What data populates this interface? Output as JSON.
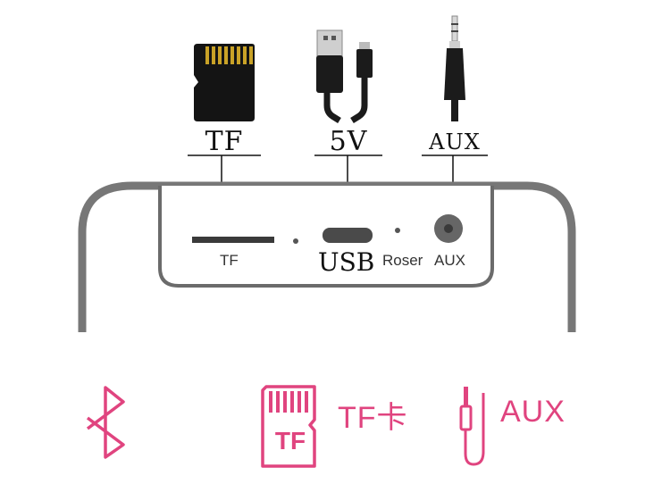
{
  "top_labels": {
    "tf": "TF",
    "power": "5V",
    "aux": "AUX"
  },
  "panel_labels": {
    "tf": "TF",
    "usb": "USB",
    "reset": "Roser",
    "aux": "AUX"
  },
  "feature_labels": {
    "tf_card": "TF卡",
    "tf_badge": "TF",
    "aux": "AUX"
  },
  "colors": {
    "accent": "#e0447f",
    "device_gray": "#777777",
    "panel_border": "#6b6b6b"
  },
  "icons": [
    "micro-sd-card-icon",
    "usb-cable-icon",
    "aux-jack-icon",
    "bluetooth-icon",
    "tf-card-icon",
    "aux-plug-icon"
  ]
}
